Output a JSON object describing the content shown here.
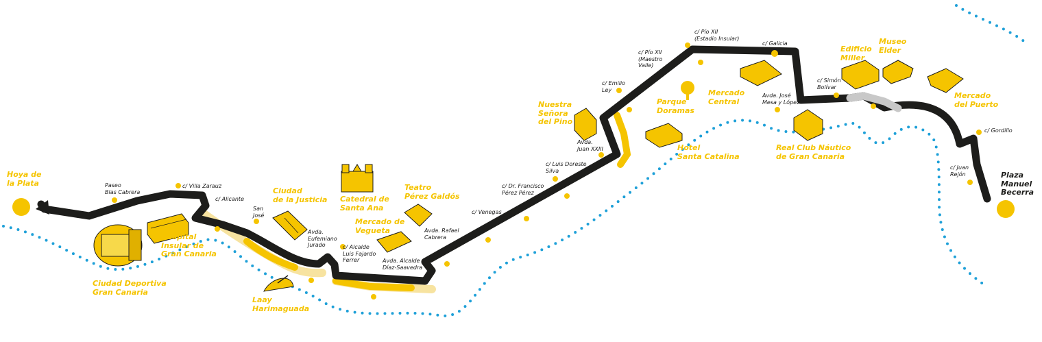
{
  "colors": {
    "route": "#1d1d1b",
    "accent": "#f5c400",
    "accent_light": "#f7e3a0",
    "alt_segment": "#c8c8c8",
    "coast": "#1ea0d8",
    "label": "#1a1a1a"
  },
  "terminals": {
    "start": "Hoya de\nla Plata",
    "end": "Plaza\nManuel\nBecerra"
  },
  "stops": {
    "paseo_blas_cabrera": "Paseo\nBlas Cabrera",
    "villa_zarauz": "c/ Villa Zarauz",
    "alicante": "c/ Alicante",
    "san_jose": "San\nJosé",
    "eufemiano_jurado": "Avda.\nEufemiano\nJurado",
    "luis_fajardo_ferrer": "c/ Alcalde\nLuis Fajardo\nFerrer",
    "diaz_saavedra": "Avda. Alcalde\nDíaz-Saavedra",
    "rafael_cabrera": "Avda. Rafael\nCabrera",
    "venegas": "c/ Venegas",
    "perez_perez": "c/ Dr. Francisco\nPérez Pérez",
    "doreste_silva": "c/ Luis Doreste\nSilva",
    "juan_xxiii": "Avda.\nJuan XXIII",
    "emilio_ley": "c/ Emilio\nLey",
    "pio_xii_maestro_valle": "c/ Pío XII\n(Maestro\nValle)",
    "pio_xii_estadio": "c/ Pío XII\n(Estadio Insular)",
    "galicia": "c/ Galicia",
    "mesa_y_lopez": "Avda. José\nMesa y López",
    "simon_bolivar": "c/ Simón\nBolívar",
    "gordillo": "c/ Gordillo",
    "juan_rejon": "c/ Juan\nRejón"
  },
  "landmarks": {
    "ciudad_deportiva": "Ciudad Deportiva\nGran Canaria",
    "hospital_insular": "Hospital\nInsular de\nGran Canaria",
    "laay_harimaguada": "Laay\nHarimaguada",
    "ciudad_justicia": "Ciudad\nde la Justicia",
    "catedral": "Catedral de\nSanta Ana",
    "teatro": "Teatro\nPérez Galdós",
    "mercado_vegueta": "Mercado de\nVegueta",
    "nuestra_senora": "Nuestra\nSeñora\ndel Pino",
    "parque_doramas": "Parque\nDoramas",
    "hotel_santa_catalina": "Hotel\nSanta Catalina",
    "mercado_central": "Mercado\nCentral",
    "real_club_nautico": "Real Club Náutico\nde Gran Canaria",
    "edificio_miller": "Edificio\nMiller",
    "museo_elder": "Museo\nElder",
    "mercado_puerto": "Mercado\ndel Puerto"
  }
}
